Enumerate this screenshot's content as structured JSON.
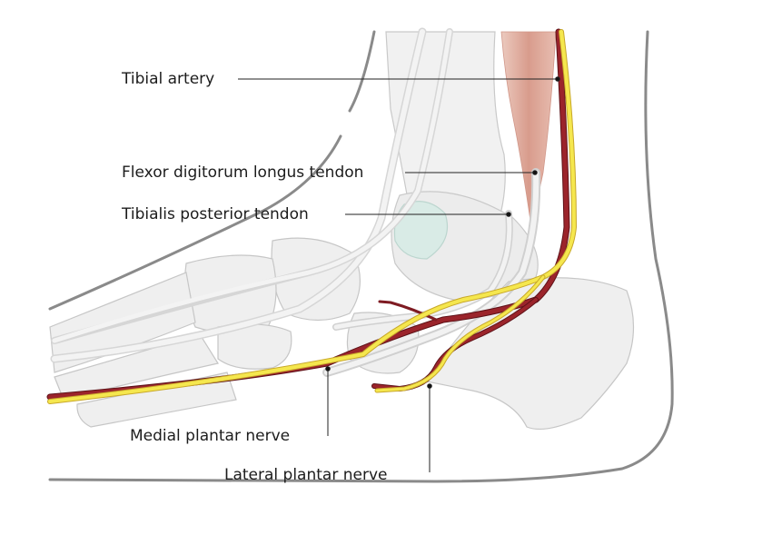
{
  "labels": {
    "tibial_artery": "Tibial artery",
    "flexor_digitorum_longus_tendon": "Flexor digitorum longus tendon",
    "tibialis_posterior_tendon": "Tibialis posterior tendon",
    "medial_plantar_nerve": "Medial plantar nerve",
    "lateral_plantar_nerve": "Lateral plantar nerve"
  },
  "colors": {
    "artery": "#8b1e24",
    "nerve": "#f2e34a",
    "skin_outline": "#8a8a8a",
    "bone_fill": "#eeeeee",
    "bone_edge": "#c9c9c9",
    "tendon": "#e7e7e7",
    "muscle": "#d89a88",
    "cartilage": "#d9ebe6",
    "leader_line": "#222222"
  }
}
